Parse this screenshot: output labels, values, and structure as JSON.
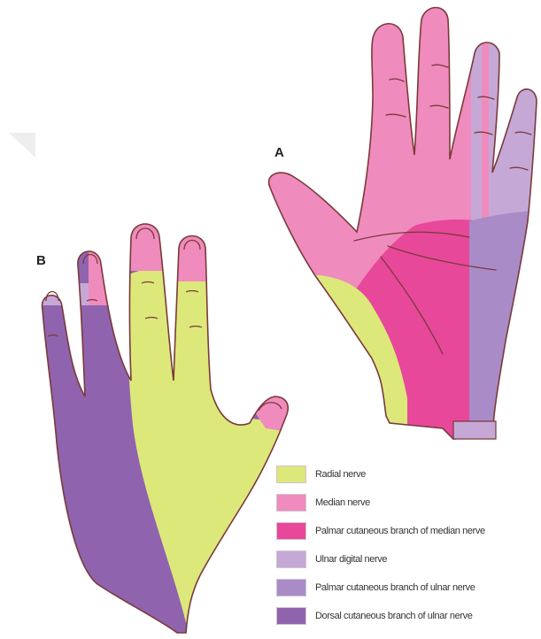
{
  "panels": {
    "a": "A",
    "b": "B"
  },
  "colors": {
    "radial": "#dde87a",
    "median": "#f08bbd",
    "palmar_median": "#e8489a",
    "ulnar_digital": "#c5a8d6",
    "palmar_ulnar": "#a98bc7",
    "dorsal_ulnar": "#8f63ae",
    "outline": "#7a3a3a"
  },
  "legend": [
    {
      "label": "Radial nerve",
      "color": "#dde87a"
    },
    {
      "label": "Median nerve",
      "color": "#f08bbd"
    },
    {
      "label": "Palmar cutaneous branch of median nerve",
      "color": "#e8489a"
    },
    {
      "label": "Ulnar digital nerve",
      "color": "#c5a8d6"
    },
    {
      "label": "Palmar cutaneous branch of ulnar nerve",
      "color": "#a98bc7"
    },
    {
      "label": "Dorsal cutaneous branch of ulnar nerve",
      "color": "#8f63ae"
    }
  ]
}
